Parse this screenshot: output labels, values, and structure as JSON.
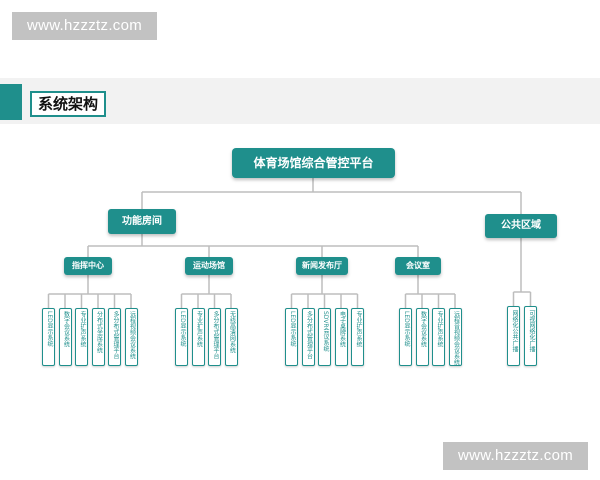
{
  "watermarks": {
    "top": "www.hzzztz.com",
    "bottom": "www.hzzztz.com"
  },
  "header": {
    "title": "系统架构"
  },
  "diagram": {
    "root": "体育场馆综合管控平台",
    "function_rooms": {
      "label": "功能房间",
      "groups": [
        {
          "label": "指挥中心",
          "items": [
            "LED显示系统",
            "数字会议系统",
            "专业扩声系统",
            "分布式坐席系统",
            "多分布式管理平台",
            "远程视频会议系统"
          ]
        },
        {
          "label": "运动场馆",
          "items": [
            "LED显示系统",
            "专业扩声系统",
            "多分布式管理平台",
            "无线高清网系统"
          ]
        },
        {
          "label": "新闻发布厅",
          "items": [
            "LED显示系统",
            "多分布式管理平台",
            "SDVR会议系统",
            "电子桌牌系统",
            "专业扩声系统"
          ]
        },
        {
          "label": "会议室",
          "items": [
            "LED显示系统",
            "数字会议系统",
            "专业扩声系统",
            "远程音视频会议系统"
          ]
        }
      ]
    },
    "public_area": {
      "label": "公共区域",
      "items": [
        "网络化公共广播",
        "可视网络化广播"
      ]
    }
  },
  "colors": {
    "teal": "#1f8f8c",
    "connector": "#bdbdbd",
    "watermark_bg": "#c2c2c2",
    "header_band": "#f2f2f2"
  }
}
